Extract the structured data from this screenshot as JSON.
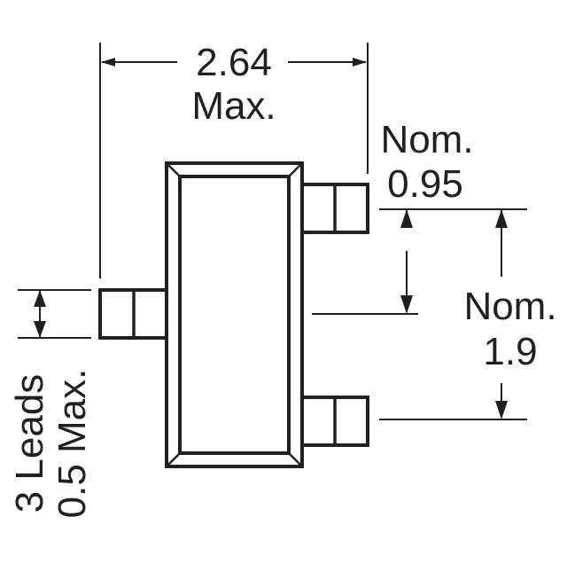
{
  "diagram": {
    "colors": {
      "ink": "#231f20",
      "background": "#ffffff"
    },
    "width_dimension": {
      "value": "2.64",
      "qualifier": "Max."
    },
    "pitch_dimension": {
      "qualifier": "Nom.",
      "value": "0.95"
    },
    "span_dimension": {
      "qualifier": "Nom.",
      "value": "1.9"
    },
    "lead_dimension": {
      "count_label": "3 Leads",
      "value_label": "0.5 Max."
    }
  }
}
